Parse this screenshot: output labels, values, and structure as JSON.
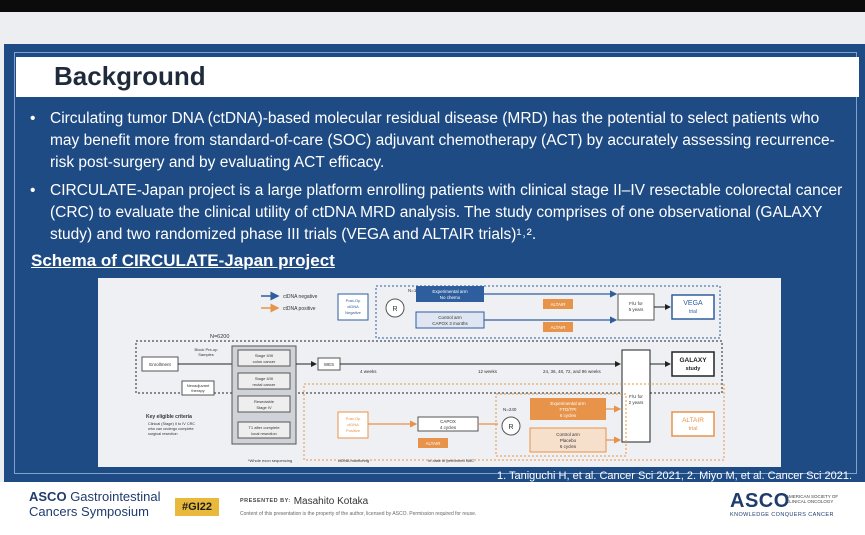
{
  "slide": {
    "title": "Background",
    "bullets": [
      "Circulating tumor DNA (ctDNA)-based molecular residual disease (MRD) has the potential to select patients who may benefit more from standard-of-care (SOC) adjuvant chemotherapy (ACT) by accurately assessing recurrence-risk post-surgery and by evaluating ACT efficacy.",
      "CIRCULATE-Japan project is a large platform enrolling patients with clinical stage II–IV resectable colorectal cancer (CRC) to evaluate the clinical utility of ctDNA MRD analysis. The study comprises of one observational (GALAXY study) and two randomized phase III trials (VEGA and ALTAIR trials)¹˒²."
    ],
    "schema_title": "Schema of CIRCULATE-Japan project",
    "reference": "1. Taniguchi H, et al. Cancer Sci 2021, 2. Miyo M, et al. Cancer Sci 2021."
  },
  "diagram": {
    "legend_negative": "ctDNA negative",
    "legend_positive": "ctDNA positive",
    "n_top": "N=1240",
    "postop_negative": [
      "Post-Op",
      "ctDNA",
      "Negative"
    ],
    "r_label": "R",
    "exp_arm": [
      "Experimental arm",
      "No chemo"
    ],
    "control_arm": [
      "Control arm",
      "CAPOX 3 months"
    ],
    "altair": "ALTAIR",
    "fu5": [
      "F/U for",
      "5 years"
    ],
    "vega": [
      "VEGA",
      "trial"
    ],
    "n_total": "N=6200",
    "block_samples": [
      "Block Pre-op",
      "Samples"
    ],
    "enrollment": "Enrollment",
    "neoadjuvant": [
      "Neoadjuvant",
      "therapy"
    ],
    "stage_colon": [
      "Stage II/III",
      "colon cancer"
    ],
    "stage_rectal": [
      "Stage II/III",
      "rectal cancer"
    ],
    "stage_iv": [
      "Resectable",
      "Stage IV"
    ],
    "t1": [
      "T1 after complete",
      "local resection"
    ],
    "wes": "WES",
    "weeks4": "4 weeks",
    "weeks12": "12 weeks",
    "weeks_later": "24, 36, 48, 72, and 96 weeks",
    "galaxy": [
      "GALAXY",
      "study"
    ],
    "fu2": [
      "F/U for",
      "2 years"
    ],
    "eligible_title": "Key eligible criteria",
    "eligible_text": [
      "Clinical (Stage) II to IV CRC",
      "who can undergo complete",
      "surgical resection"
    ],
    "postop_positive": [
      "Post-Op",
      "ctDNA",
      "Positive"
    ],
    "capox": [
      "CAPOX",
      "4 cycles"
    ],
    "n_bottom": "N=240",
    "exp_arm2": [
      "Experimental arm",
      "FTD/TPI",
      "6 cycles"
    ],
    "control_arm2": [
      "Control arm",
      "Placebo",
      "6 cycles"
    ],
    "altair_trial": [
      "ALTAIR",
      "trial"
    ],
    "foot_wes": "*Whole exon sequencing",
    "foot_ctdna": "ctDNA monitoring",
    "foot_nac": "In case of performed NAC"
  },
  "footer": {
    "logo_line1_prefix": "ASCO",
    "logo_line1_rest": "Gastrointestinal",
    "logo_line2": "Cancers Symposium",
    "hashtag": "#GI22",
    "presented_label": "PRESENTED BY:",
    "presenter": "Masahito Kotaka",
    "copyright": "Content of this presentation is the property of the author, licensed by ASCO. Permission required for reuse.",
    "asco": "ASCO",
    "asco_sub": "AMERICAN SOCIETY OF CLINICAL ONCOLOGY",
    "asco_tag": "KNOWLEDGE CONQUERS CANCER"
  },
  "colors": {
    "slide_bg": "#1f4b84",
    "accent_orange": "#e9b93b",
    "arm_blue": "#2e5e9e",
    "arm_orange": "#e7934a"
  }
}
